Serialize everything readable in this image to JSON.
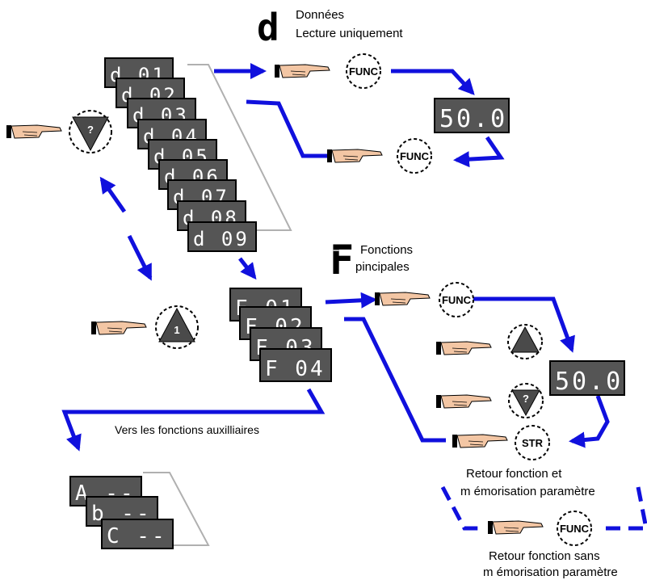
{
  "colors": {
    "arrow": "#1010dd",
    "display_bg": "#555555",
    "display_border": "#000000",
    "segment": "#ffffff",
    "bracket": "#b0b0b0",
    "hand_skin": "#f3c6a4",
    "button_fill": "#4a4a4a",
    "button_dash": "#000000"
  },
  "header_data": {
    "glyph": "d",
    "line1": "Données",
    "line2": "Lecture uniquement"
  },
  "header_func": {
    "glyph": "F",
    "line1": "Fonctions",
    "line2": "pincipales"
  },
  "d_displays": [
    "d 01",
    "d 02",
    "d 03",
    "d 04",
    "d 05",
    "d 06",
    "d 07",
    "d 08",
    "d 09"
  ],
  "f_displays": [
    "F 01",
    "F 02",
    "F 03",
    "F 04"
  ],
  "a_displays": [
    "A --",
    "b --",
    "C --"
  ],
  "value_display_top": "50.0",
  "value_display_mid": "50.0",
  "buttons": {
    "func": "FUNC",
    "str": "STR",
    "down": "?",
    "up": "1"
  },
  "labels": {
    "aux": "Vers les fonctions auxilliaires",
    "retour_memo_1": "Retour fonction et",
    "retour_memo_2": "m émorisation paramètre",
    "retour_sans_1": "Retour fonction sans",
    "retour_sans_2": "m émorisation paramètre"
  },
  "icons": [
    "pointing-hand-icon",
    "func-button-icon",
    "str-button-icon",
    "down-arrow-button-icon",
    "up-arrow-button-icon"
  ]
}
